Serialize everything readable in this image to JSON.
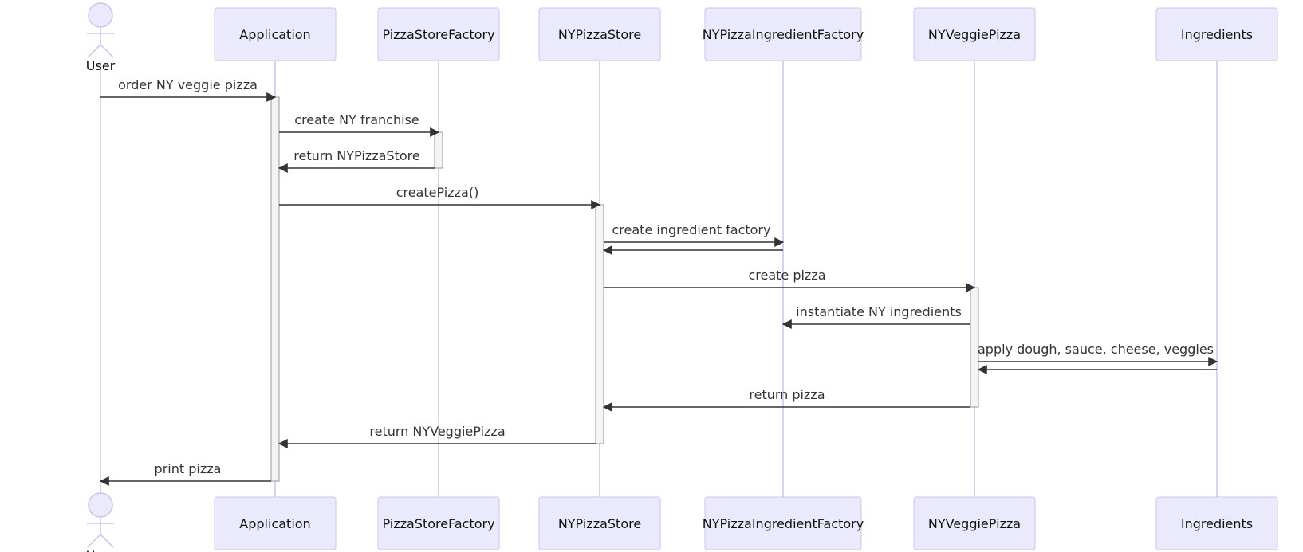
{
  "diagram": {
    "type": "sequence",
    "participants": [
      {
        "id": "user",
        "label": "User",
        "kind": "actor"
      },
      {
        "id": "app",
        "label": "Application",
        "kind": "box"
      },
      {
        "id": "psf",
        "label": "PizzaStoreFactory",
        "kind": "box"
      },
      {
        "id": "nys",
        "label": "NYPizzaStore",
        "kind": "box"
      },
      {
        "id": "nyif",
        "label": "NYPizzaIngredientFactory",
        "kind": "box"
      },
      {
        "id": "nyvp",
        "label": "NYVeggiePizza",
        "kind": "box"
      },
      {
        "id": "ing",
        "label": "Ingredients",
        "kind": "box"
      }
    ],
    "messages": [
      {
        "from": "user",
        "to": "app",
        "label": "order NY veggie pizza"
      },
      {
        "from": "app",
        "to": "psf",
        "label": "create NY franchise"
      },
      {
        "from": "psf",
        "to": "app",
        "label": "return NYPizzaStore"
      },
      {
        "from": "app",
        "to": "nys",
        "label": "createPizza()"
      },
      {
        "from": "nys",
        "to": "nyif",
        "label": "create ingredient factory"
      },
      {
        "from": "nyif",
        "to": "nys",
        "label": ""
      },
      {
        "from": "nys",
        "to": "nyvp",
        "label": "create pizza"
      },
      {
        "from": "nyvp",
        "to": "nyif",
        "label": "instantiate NY ingredients"
      },
      {
        "from": "nyvp",
        "to": "ing",
        "label": "apply dough, sauce, cheese, veggies"
      },
      {
        "from": "ing",
        "to": "nyvp",
        "label": ""
      },
      {
        "from": "nyvp",
        "to": "nys",
        "label": "return pizza"
      },
      {
        "from": "nys",
        "to": "app",
        "label": "return NYVeggiePizza"
      },
      {
        "from": "app",
        "to": "user",
        "label": "print pizza"
      }
    ],
    "activations": [
      {
        "participant": "app",
        "from_message": 0,
        "to_message": 12
      },
      {
        "participant": "psf",
        "from_message": 1,
        "to_message": 2
      },
      {
        "participant": "nys",
        "from_message": 3,
        "to_message": 11
      },
      {
        "participant": "nyvp",
        "from_message": 6,
        "to_message": 10
      }
    ]
  }
}
